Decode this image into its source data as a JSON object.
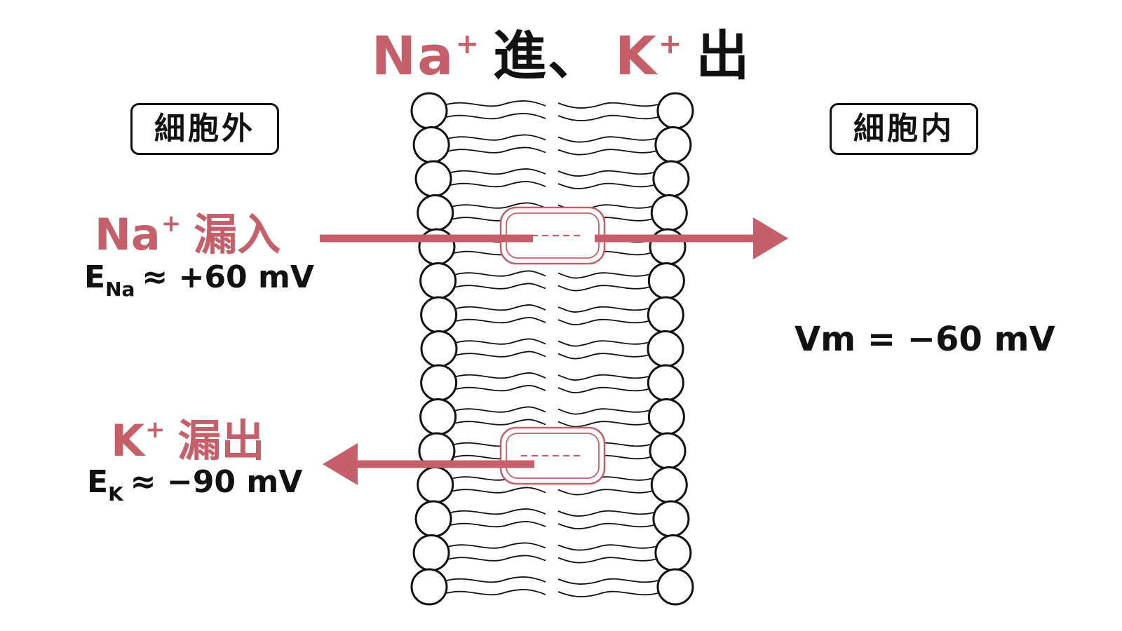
{
  "title": {
    "na": "Na",
    "na_charge": "+",
    "verb_in": "進、",
    "k": "K",
    "k_charge": "+",
    "verb_out": "出"
  },
  "regions": {
    "outside": "細胞外",
    "inside": "細胞内"
  },
  "na_leak": {
    "ion": "Na",
    "charge": "+",
    "label": "漏入",
    "potential_symbol": "E",
    "potential_subscript": "Na",
    "potential_value": "≈ +60 mV"
  },
  "k_leak": {
    "ion": "K",
    "charge": "+",
    "label": "漏出",
    "potential_symbol": "E",
    "potential_subscript": "K",
    "potential_value": "≈ −90 mV"
  },
  "membrane_potential": "Vm = −60 mV",
  "colors": {
    "accent": "#c5606b",
    "text": "#111111",
    "membrane": "#111111",
    "channel": "#c5606b"
  },
  "icons": {
    "membrane": "phospholipid-bilayer",
    "channel": "leak-channel",
    "arrow": "flow-arrow"
  }
}
